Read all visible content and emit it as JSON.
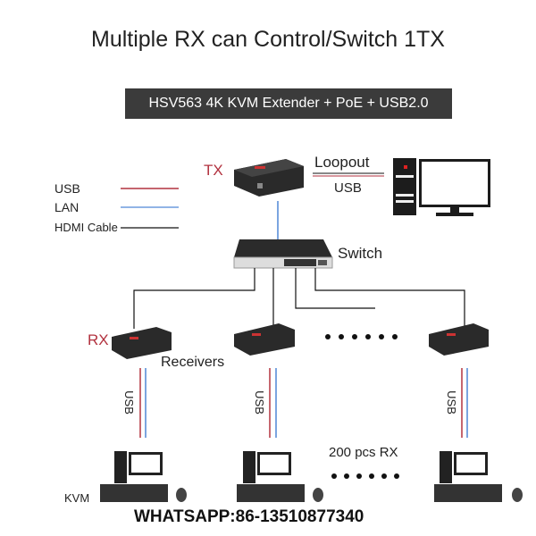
{
  "title": "Multiple RX can Control/Switch 1TX",
  "banner": "HSV563 4K KVM Extender +  PoE + USB2.0",
  "legend": {
    "usb": "USB",
    "lan": "LAN",
    "hdmi": "HDMI Cable"
  },
  "labels": {
    "tx": "TX",
    "loopout": "Loopout",
    "loop_usb": "USB",
    "switch": "Switch",
    "rx": "RX",
    "receivers": "Receivers",
    "usb": "USB",
    "count": "200 pcs RX",
    "kvm": "KVM"
  },
  "contact": "WHATSAPP:86-13510877340",
  "colors": {
    "usb": "#b2323f",
    "lan": "#4f87d6",
    "hdmi": "#111111"
  }
}
